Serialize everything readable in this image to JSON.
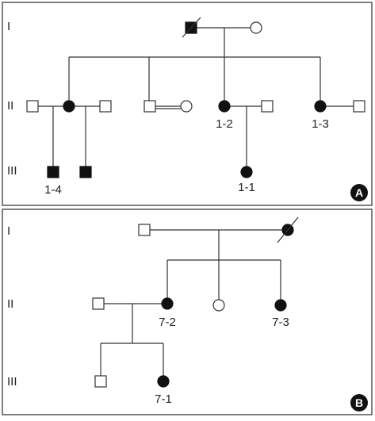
{
  "panels": [
    {
      "id": "A",
      "badge": "A",
      "generations": [
        "I",
        "II",
        "III"
      ],
      "individual_labels": {
        "II-b": "1-2",
        "II-c": "1-3",
        "III-a": "1-4",
        "III-c": "1-1"
      }
    },
    {
      "id": "B",
      "badge": "B",
      "generations": [
        "I",
        "II",
        "III"
      ],
      "individual_labels": {
        "II-a": "7-2",
        "II-c": "7-3",
        "III-b": "7-1"
      }
    }
  ],
  "colors": {
    "affected_fill": "#111111",
    "unaffected_fill": "#ffffff",
    "line": "#333333",
    "frame": "#555555",
    "badge_fill": "#111111"
  }
}
